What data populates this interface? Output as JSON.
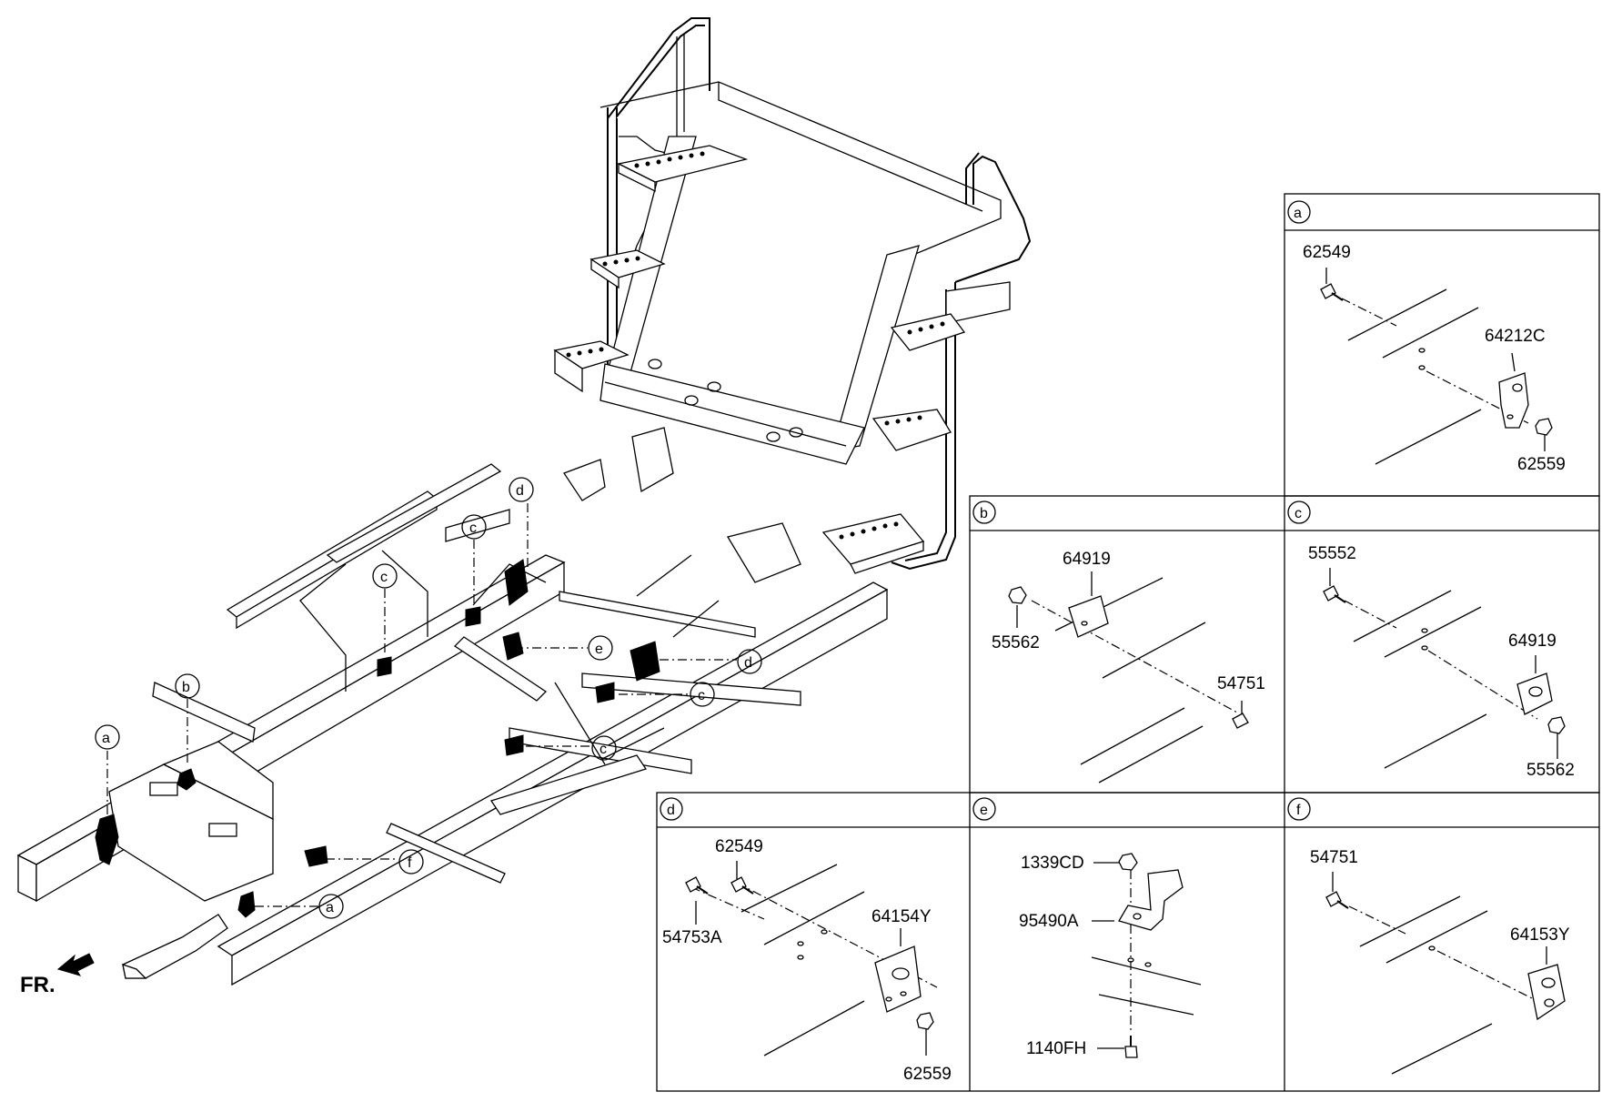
{
  "front_indicator": "FR.",
  "main_callouts": [
    "a",
    "b",
    "c",
    "c",
    "c",
    "c",
    "d",
    "d",
    "e",
    "f",
    "a"
  ],
  "panels": {
    "a": {
      "letter": "a",
      "parts": [
        "62549",
        "64212C",
        "62559"
      ]
    },
    "b": {
      "letter": "b",
      "parts": [
        "64919",
        "55562",
        "54751"
      ]
    },
    "c": {
      "letter": "c",
      "parts": [
        "55552",
        "64919",
        "55562"
      ]
    },
    "d": {
      "letter": "d",
      "parts": [
        "62549",
        "54753A",
        "64154Y",
        "62559"
      ]
    },
    "e": {
      "letter": "e",
      "parts": [
        "1339CD",
        "95490A",
        "1140FH"
      ]
    },
    "f": {
      "letter": "f",
      "parts": [
        "54751",
        "64153Y"
      ]
    }
  }
}
